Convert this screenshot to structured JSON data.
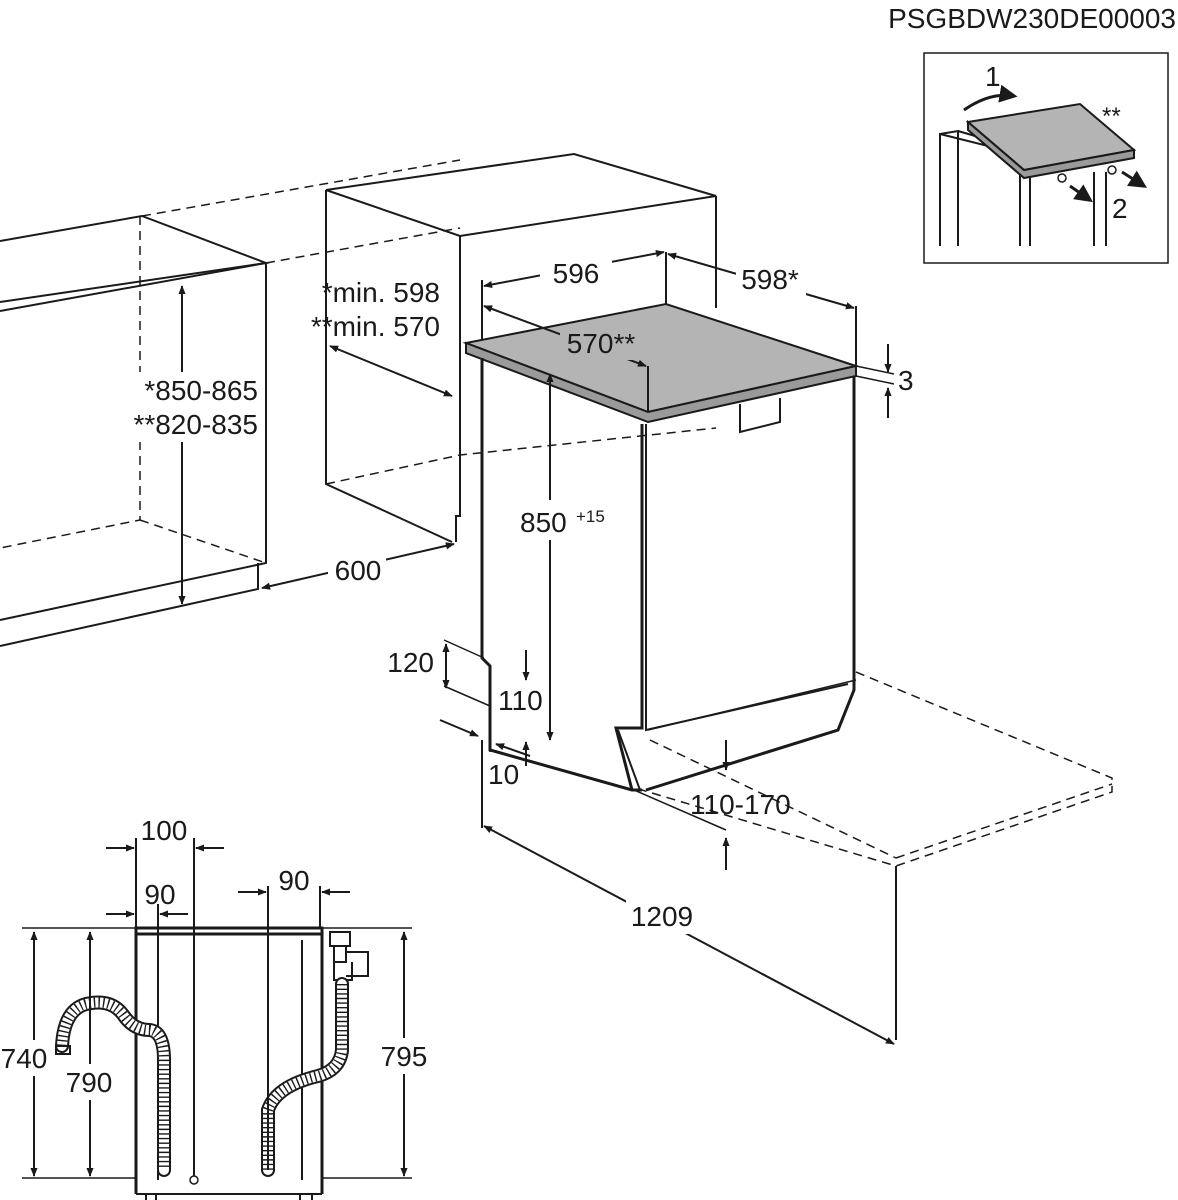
{
  "code": "PSGBDW230DE00003",
  "main": {
    "d_596": "596",
    "d_598": "598*",
    "d_570": "570**",
    "d_3": "3",
    "d_min598": "*min. 598",
    "d_min570": "**min. 570",
    "d_850_865": "*850-865",
    "d_820_835": "**820-835",
    "d_850": "850",
    "d_850_sup": "+15",
    "d_600": "600",
    "d_120": "120",
    "d_110": "110",
    "d_10": "10",
    "d_110_170": "110-170",
    "d_1209": "1209"
  },
  "inset": {
    "step1": "1",
    "step2": "2",
    "mark": "**"
  },
  "back": {
    "d_100": "100",
    "d_90_left": "90",
    "d_90_right": "90",
    "d_740": "740",
    "d_790": "790",
    "d_795": "795"
  }
}
